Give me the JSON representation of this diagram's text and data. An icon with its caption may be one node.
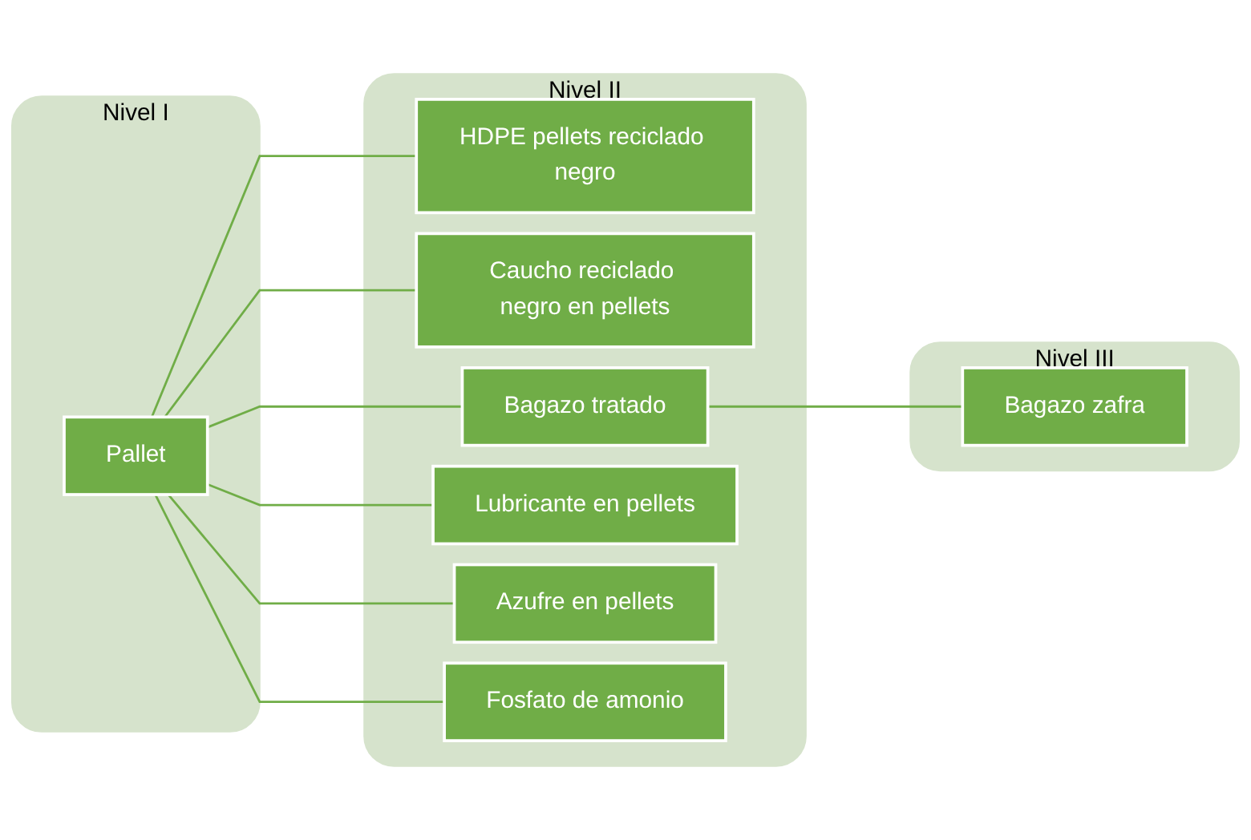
{
  "diagram": {
    "nodes": [
      {
        "text": [
          "Nivel I"
        ]
      },
      {
        "text": [
          "Pallet"
        ],
        "in": 0
      },
      {
        "text": [
          "Nivel II"
        ]
      },
      {
        "text": [
          "HDPE pellets reciclado negro"
        ],
        "in": 2
      },
      {
        "text": [
          "Caucho reciclado negro en pellets"
        ],
        "in": 2
      },
      {
        "text": [
          "Bagazo tratado"
        ],
        "in": 2
      },
      {
        "text": [
          "Lubricante en pellets"
        ],
        "in": 2
      },
      {
        "text": [
          "Azufre en pellets"
        ],
        "in": 2
      },
      {
        "text": [
          "Fosfato de amonio"
        ],
        "in": 2
      },
      {
        "text": [
          "Nivel III"
        ]
      },
      {
        "text": [
          "Bagazo zafra"
        ],
        "in": 9
      }
    ],
    "edges": [
      {
        "from": 1,
        "to": 3,
        "arrow": "none"
      },
      {
        "from": 1,
        "to": 4,
        "arrow": "none"
      },
      {
        "from": 1,
        "to": 5,
        "arrow": "none"
      },
      {
        "from": 1,
        "to": 6,
        "arrow": "none"
      },
      {
        "from": 1,
        "to": 7,
        "arrow": "none"
      },
      {
        "from": 1,
        "to": 8,
        "arrow": "none"
      },
      {
        "from": 5,
        "to": 10,
        "arrow": "none"
      }
    ]
  }
}
